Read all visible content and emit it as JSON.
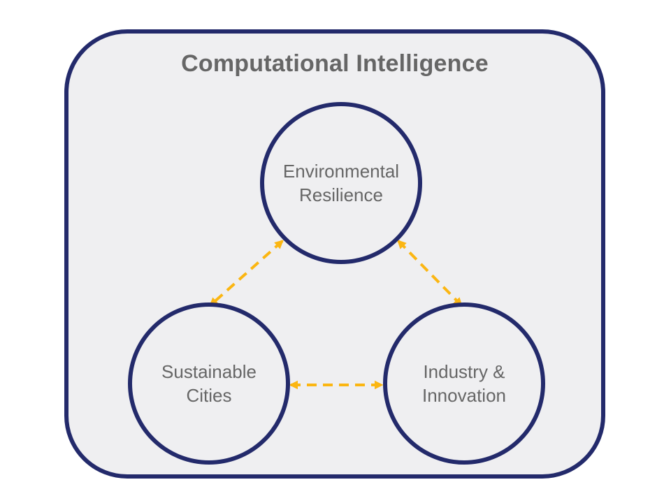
{
  "diagram": {
    "title": "Computational Intelligence",
    "nodes": [
      {
        "id": "env",
        "lines": [
          "Environmental",
          "Resilience"
        ]
      },
      {
        "id": "cities",
        "lines": [
          "Sustainable",
          "Cities"
        ]
      },
      {
        "id": "industry",
        "lines": [
          "Industry &",
          "Innovation"
        ]
      }
    ],
    "connections": [
      {
        "from": "env",
        "to": "cities",
        "style": "dashed",
        "arrows": "both"
      },
      {
        "from": "env",
        "to": "industry",
        "style": "dashed",
        "arrows": "both"
      },
      {
        "from": "cities",
        "to": "industry",
        "style": "dashed",
        "arrows": "both"
      }
    ]
  },
  "colors": {
    "frame_border": "#232a6b",
    "frame_fill": "#efeff1",
    "text": "#666666",
    "connector": "#fbb612"
  }
}
